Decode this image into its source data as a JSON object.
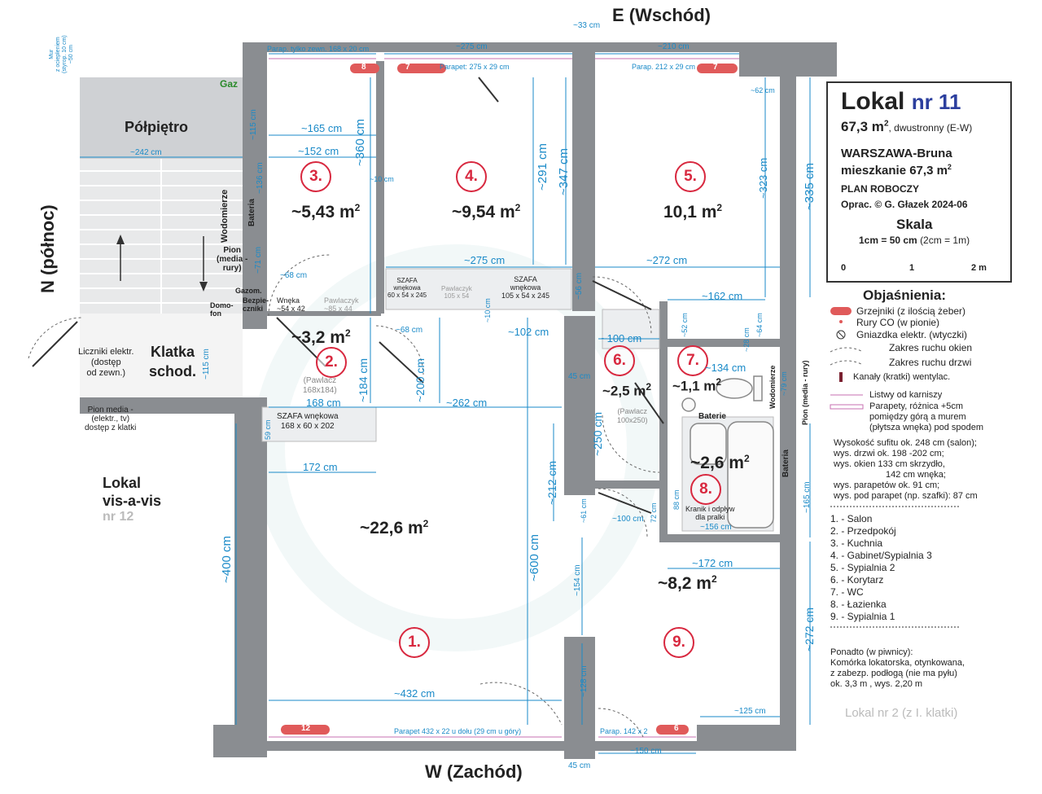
{
  "compass": {
    "east": "E (Wschód)",
    "west": "W (Zachód)",
    "north": "N (północ)"
  },
  "info_box": {
    "title": "Lokal",
    "number": "nr 11",
    "area_line": "67,3 m",
    "area_note": ", dwustronny (E-W)",
    "city": "WARSZAWA-Bruna",
    "apartment": "mieszkanie 67,3 m",
    "plan_type": "PLAN ROBOCZY",
    "author": "Oprac. © G. Głazek 2024-06",
    "scale_title": "Skala",
    "scale_line": "1cm = 50 cm",
    "scale_note": "(2cm = 1m)",
    "scale_ticks": [
      "0",
      "1",
      "2 m"
    ]
  },
  "legend": {
    "title": "Objaśnienia:",
    "items": [
      "Grzejniki (z ilością żeber)",
      "Rury CO (w pionie)",
      "Gniazdka elektr. (wtyczki)",
      "Zakres ruchu okien",
      "Zakres ruchu drzwi",
      "Kanały (kratki)  wentylac.",
      "Listwy od karniszy",
      "Parapety, różnica +5cm",
      "pomiędzy górą a murem",
      "(płytsza wnęka) pod spodem"
    ]
  },
  "notes": [
    "Wysokość sufitu ok. 248 cm (salon);",
    "wys. drzwi ok. 198 -202 cm;",
    "wys. okien 133 cm skrzydło,",
    "142 cm wnęka;",
    "wys. parapetów ok. 91 cm;",
    "wys. pod parapet (np. szafki): 87 cm"
  ],
  "room_list": [
    "1. - Salon",
    "2. - Przedpokój",
    "3. - Kuchnia",
    "4. - Gabinet/Sypialnia 3",
    "5. - Sypialnia 2",
    "6. - Korytarz",
    "7. - WC",
    "8. - Łazienka",
    "9. - Sypialnia 1"
  ],
  "basement_note": [
    "Ponadto (w piwnicy):",
    "Komórka lokatorska, otynkowana,",
    "z zabezp. podłogą (nie ma pyłu)",
    "ok. 3,3 m  , wys. 2,20 m"
  ],
  "rooms": [
    {
      "num": "1.",
      "area": "~22,6 m"
    },
    {
      "num": "2.",
      "area": "~3,2 m"
    },
    {
      "num": "3.",
      "area": "~5,43 m"
    },
    {
      "num": "4.",
      "area": "~9,54 m"
    },
    {
      "num": "5.",
      "area": "10,1 m"
    },
    {
      "num": "6.",
      "area": "~2,5 m"
    },
    {
      "num": "7.",
      "area": "~1,1 m"
    },
    {
      "num": "8.",
      "area": "~2,6 m"
    },
    {
      "num": "9.",
      "area": "~8,2 m"
    }
  ],
  "labels": {
    "polpietro": "Półpiętro",
    "klatka": "Klatka\nschod.",
    "liczniki": "Liczniki elektr.\n(dostęp\nod zewn.)",
    "pion_media": "Pion media -\n(elektr., tv)\ndostęp z klatki",
    "lokal_vis": "Lokal\nvis-a-vis",
    "lokal_vis_nr": "nr 12",
    "lokal_nr2": "Lokal nr 2 (z I. klatki)",
    "gaz": "Gaz",
    "wodomierze": "Wodomierze",
    "bateria": "Bateria",
    "pion_rury": "Pion\n(media -\nrury)",
    "gazom": "Gazom.",
    "bezpieczniki": "Bezpie-\nczniki",
    "domofon": "Domo-\nfon",
    "wneka": "Wnęka\n~54 x 42",
    "pawlaczyk1": "Pawlaczyk\n~85 x 44",
    "pawlacz2": "(Pawlacz\n168x184)",
    "szafa_wnekowa": "SZAFA wnękowa\n168 x 60 x 202",
    "szafa_small": "SZAFA\nwnękowa\n60 x 54 x 245",
    "pawlaczyk2": "Pawlaczyk\n105 x 54",
    "szafa_big": "SZAFA\nwnękowa\n105 x 54 x 245",
    "pawlacz6": "(Pawlacz\n100x250)",
    "baterie": "Baterie",
    "kranik": "Kranik i odpływ\ndla pralki",
    "wodomierze2": "Wodomierze",
    "pion_media_rury": "Pion (media - rury)",
    "bateria_bath": "Bateria",
    "mur": "Mur\nz ociepleniem\n(styrop. 10 cm)\n~50 cm",
    "parap_top1": "Parap. tylko zewn. 168 x 20 cm",
    "parap_top2": "Parapet: 275 x 29 cm",
    "parap_top3": "Parap. 212 x 29 cm",
    "parap_bottom1": "Parapet 432 x 22 u dołu (29 cm u góry)",
    "parap_bottom2": "Parap. 142 x 2",
    "radiator_counts": [
      "8",
      "7",
      "7",
      "12",
      "6"
    ]
  },
  "dims": {
    "d33": "~33 cm",
    "d275top": "~275 cm",
    "d210": "~210 cm",
    "d62": "~62 cm",
    "d165": "~165 cm",
    "d152": "~152 cm",
    "d242": "~242 cm",
    "d360": "~360 cm",
    "d291": "~291 cm",
    "d347": "~347 cm",
    "d323": "~323 cm",
    "d335": "~335 cm",
    "d115a": "~115 cm",
    "d136": "~136 cm",
    "d10": "~10 cm",
    "d71": "~71 cm",
    "d68a": "~68 cm",
    "d275": "~275 cm",
    "d272": "~272 cm",
    "d56": "~56 cm",
    "d162": "~162 cm",
    "d10b": "~10 cm",
    "d68b": "~68 cm",
    "d102": "~102 cm",
    "d100a": "~100 cm",
    "d52": "~52 cm",
    "d64": "~64 cm",
    "d28": "~28 cm",
    "d134": "~134 cm",
    "d79": "~79 cm",
    "d115b": "~115 cm",
    "d184": "~184 cm",
    "d200": "~200 cm",
    "d262": "~262 cm",
    "d168": "168 cm",
    "d45a": "45 cm",
    "d250": "~250 cm",
    "d59": "59 cm",
    "d172a": "172 cm",
    "d212": "~212 cm",
    "d61": "~61 cm",
    "d100b": "~100 cm",
    "d72": "72 cm",
    "d88": "88 cm",
    "d156": "~156 cm",
    "d165b": "~165 cm",
    "d400": "~400 cm",
    "d600": "~600 cm",
    "d154": "~154 cm",
    "d172b": "~172 cm",
    "d272b": "~272 cm",
    "d128": "~128 cm",
    "d432": "~432 cm",
    "d125": "~125 cm",
    "d150": "~150 cm",
    "d45b": "45 cm"
  },
  "colors": {
    "wall": "#8a8d91",
    "dimension": "#1a8ac8",
    "room_marker": "#d8283f",
    "radiator": "#e05a5a"
  }
}
